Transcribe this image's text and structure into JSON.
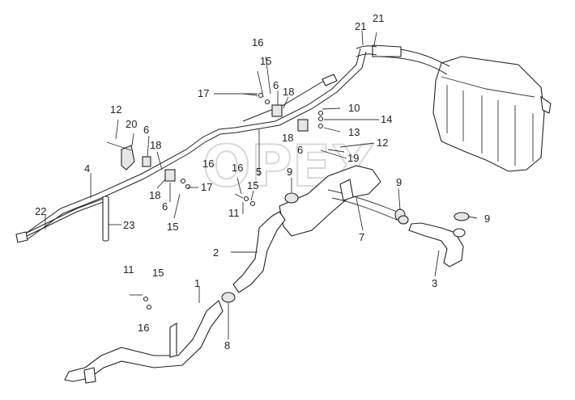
{
  "callouts": {
    "c1": "1",
    "c2": "2",
    "c3": "3",
    "c4": "4",
    "c5": "5",
    "c6a": "6",
    "c6b": "6",
    "c6c": "6",
    "c6d": "6",
    "c7": "7",
    "c8": "8",
    "c9a": "9",
    "c9b": "9",
    "c9c": "9",
    "c10": "10",
    "c11a": "11",
    "c11b": "11",
    "c12a": "12",
    "c12b": "12",
    "c13": "13",
    "c14": "14",
    "c15a": "15",
    "c15b": "15",
    "c15c": "15",
    "c15d": "15",
    "c16a": "16",
    "c16b": "16",
    "c16c": "16",
    "c16d": "16",
    "c17a": "17",
    "c17b": "17",
    "c18a": "18",
    "c18b": "18",
    "c18c": "18",
    "c18d": "18",
    "c19": "19",
    "c20": "20",
    "c21a": "21",
    "c21b": "21",
    "c22": "22",
    "c23": "23"
  },
  "watermark": "OPEX"
}
